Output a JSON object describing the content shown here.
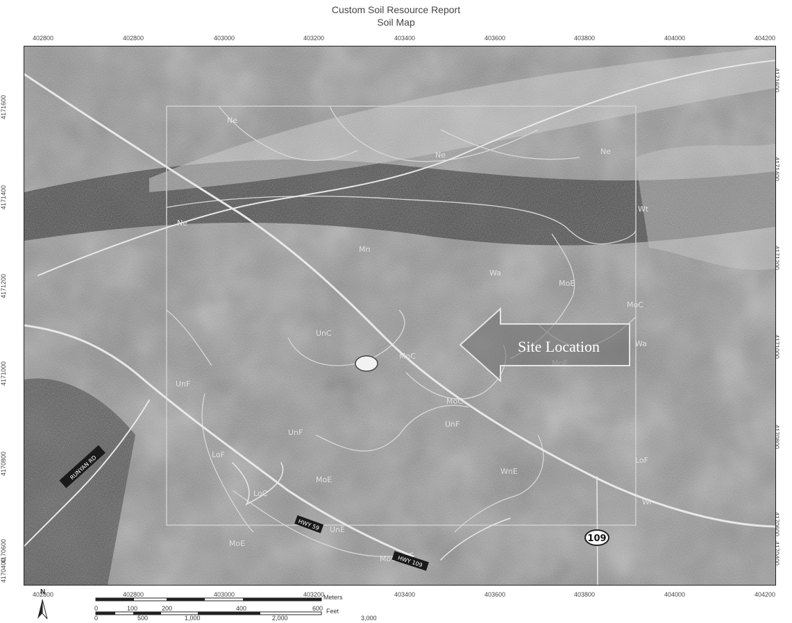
{
  "header": {
    "title": "Custom Soil Resource Report",
    "subtitle": "Soil Map"
  },
  "grid": {
    "x_ticks": [
      "402800",
      "402800",
      "403000",
      "403200",
      "403400",
      "403600",
      "403800",
      "404000",
      "404200"
    ],
    "y_ticks": [
      "4171600",
      "4171400",
      "4171200",
      "4171000",
      "4170800",
      "4170600",
      "4170400"
    ]
  },
  "soil_labels": [
    "Ne",
    "Ne",
    "Ne",
    "Ne",
    "Wt",
    "Mn",
    "Wa",
    "MoE",
    "MoC",
    "UnC",
    "UnF",
    "UnF",
    "LoF",
    "MoC",
    "UnF",
    "MoE",
    "LoC",
    "WnE",
    "MoE",
    "UnE",
    "MoC",
    "MoC",
    "MoE",
    "Wa",
    "LoF",
    "Wr"
  ],
  "annotations": {
    "site_label": "Site Location",
    "shield_number": "109"
  },
  "roads": {
    "runyan": "RUNYAN RD",
    "hwy_a": "HWY 59",
    "hwy_b": "HWY 109"
  },
  "scale": {
    "meters_ticks": [
      "0",
      "100",
      "200",
      "400",
      "600"
    ],
    "meters_unit": "Meters",
    "feet_ticks": [
      "0",
      "500",
      "1,000",
      "2,000",
      "3,000"
    ],
    "feet_unit": "Feet"
  },
  "north_label": "N",
  "colors": {
    "frame": "#222222",
    "road": "#e8e8e8",
    "soil_line": "#d8d8d8"
  }
}
